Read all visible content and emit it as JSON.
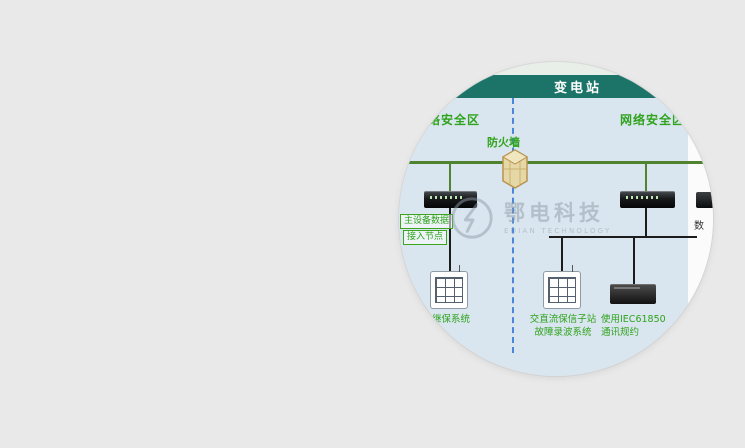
{
  "title_band": {
    "label": "变电站"
  },
  "zones": {
    "left": "网络安全区",
    "right": "网络安全区"
  },
  "firewall": {
    "label": "防火墙"
  },
  "access_node": {
    "line1": "主设备数据",
    "line2": "接入节点"
  },
  "captions": {
    "left_system": "继保系统",
    "mid_line1": "交直流保信子站",
    "mid_line2": "故障录波系统",
    "right_line1": "使用IEC61850",
    "right_line2": "通讯规约",
    "edge_fragment": "数"
  },
  "watermark": {
    "cn": "鄂电科技",
    "en": "EDIAN TECHNOLOGY"
  },
  "colors": {
    "page_bg": "#e9e9e9",
    "zone_bg": "#d9e5ef",
    "band_teal": "#1b7467",
    "label_green": "#2fa31c",
    "line_green": "#4f8330",
    "dashed_blue": "#4b86d8",
    "device_black": "#1c1c1c"
  }
}
